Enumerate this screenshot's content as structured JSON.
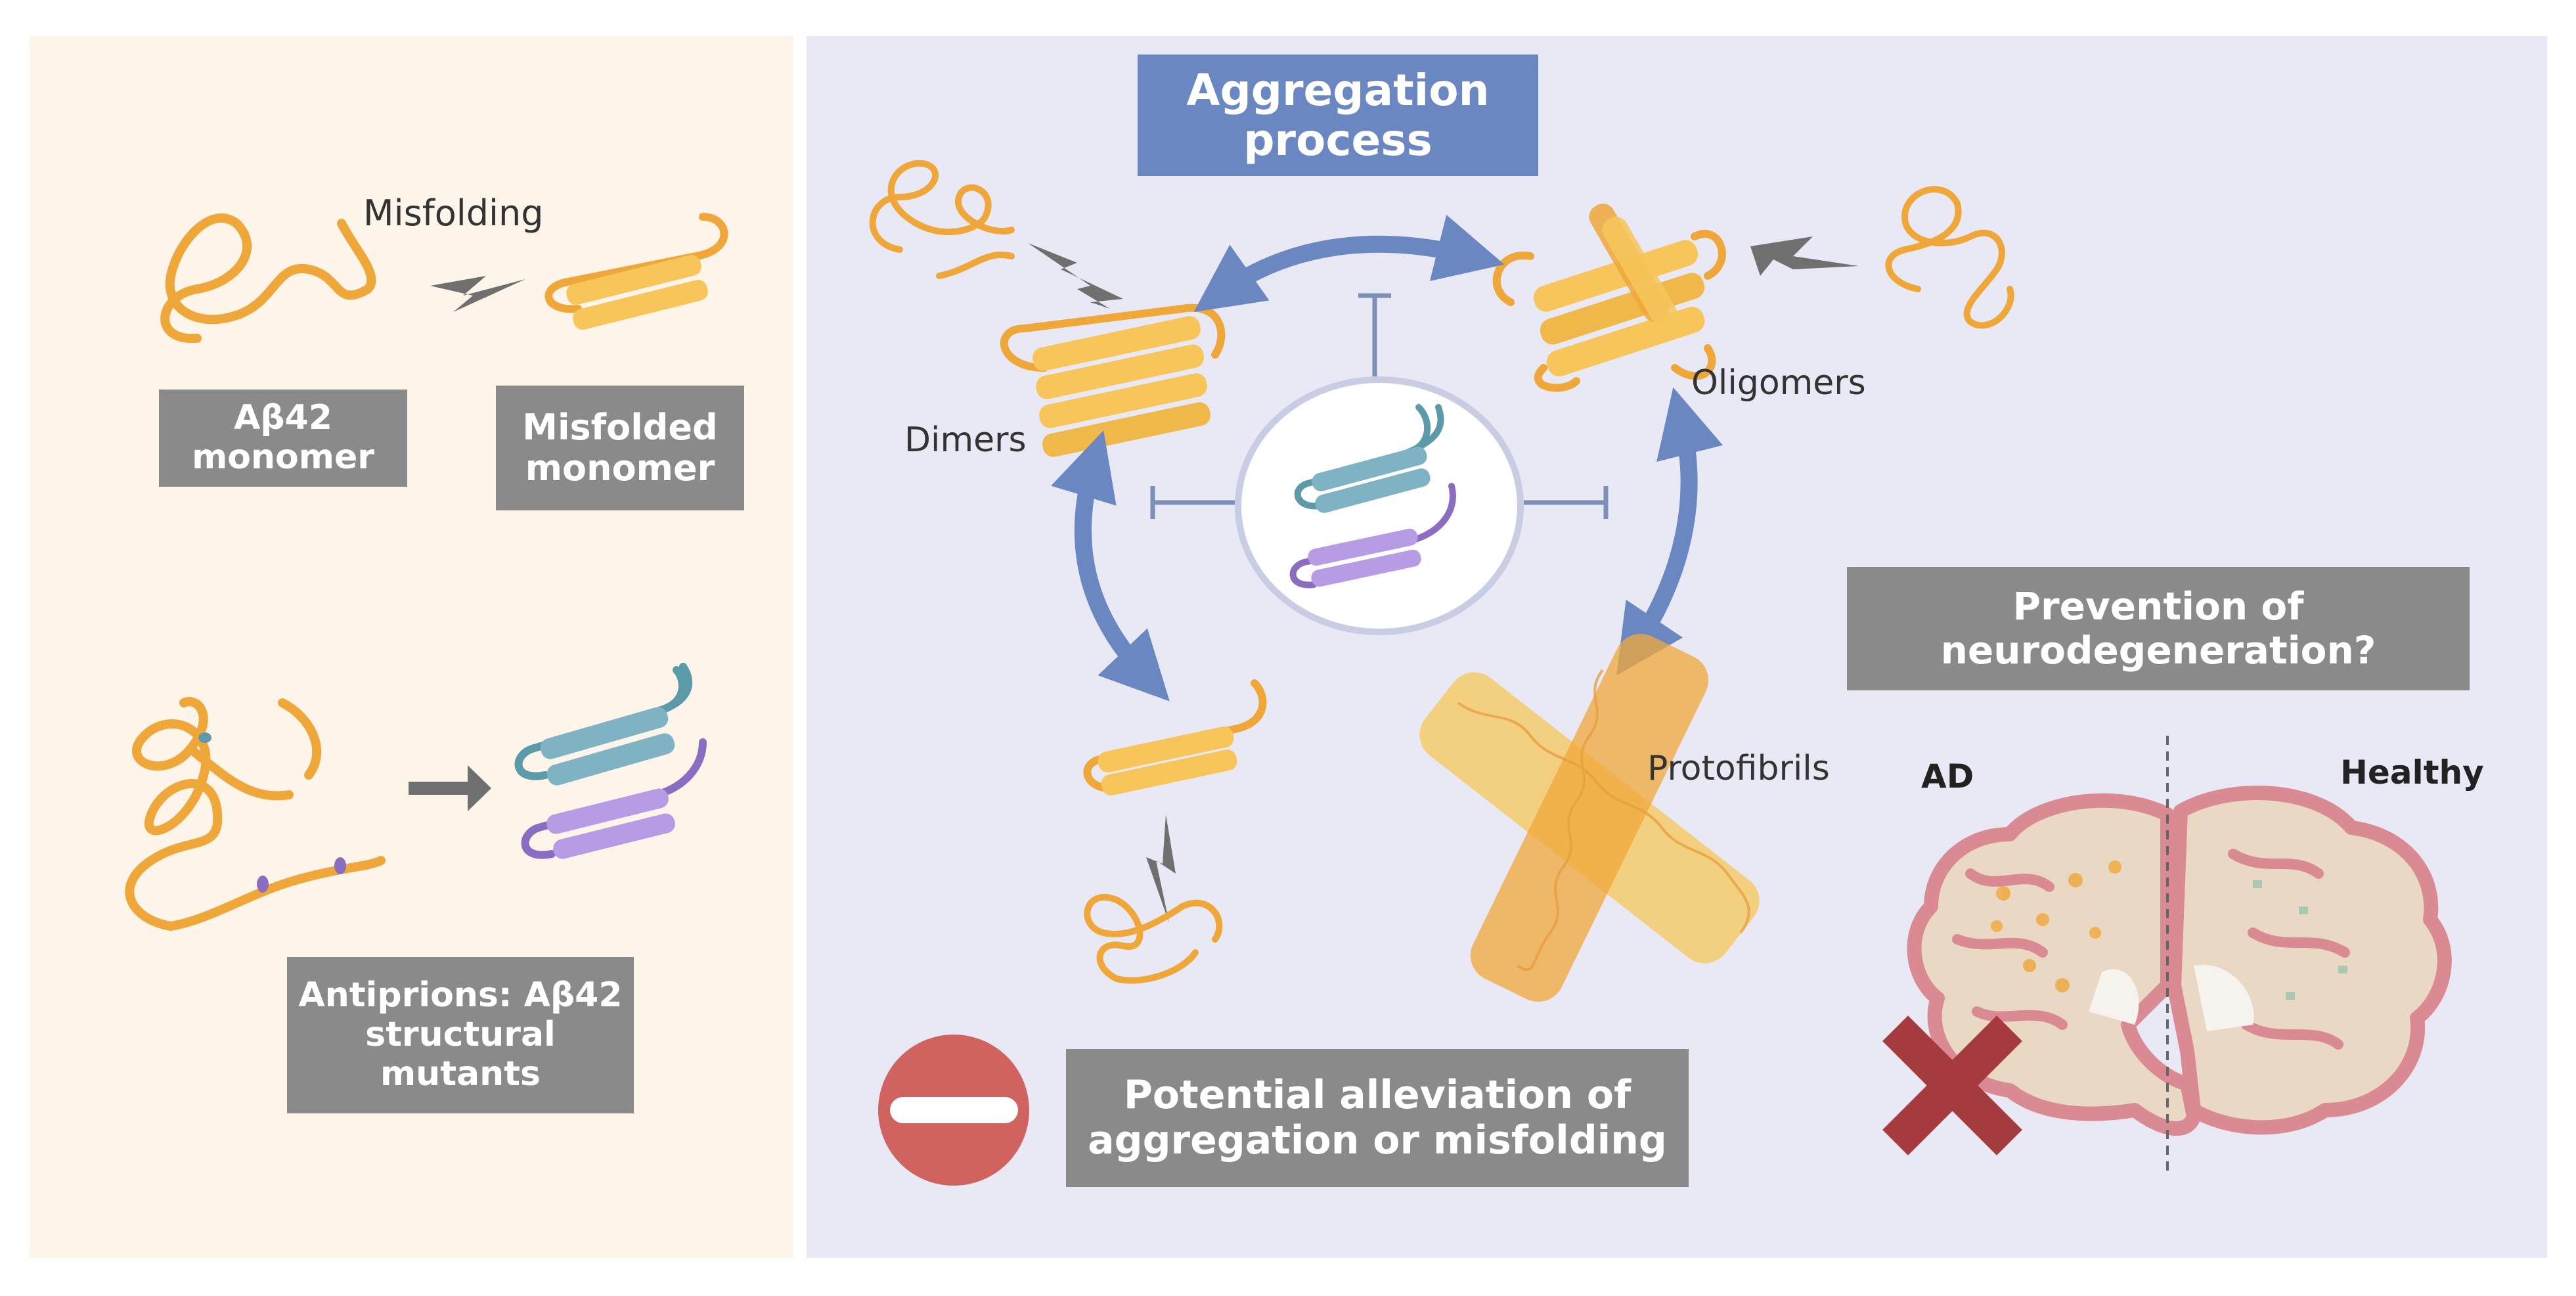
{
  "colors": {
    "left_bg": "#fdf4ea",
    "right_bg": "#e8e9f4",
    "box_gray": "#8a8a8a",
    "box_blue": "#6b87c1",
    "amyloid_orange": "#f0a73a",
    "strand_yellow": "#f7c55a",
    "teal": "#7fb3c4",
    "purple": "#a58ad6",
    "arrow_blue": "#6b87c1",
    "brain_pink": "#d98a92",
    "brain_tissue": "#e9d9c4",
    "stop_red": "#d0625f",
    "cross_red": "#a53a3f"
  },
  "left": {
    "misfolding_label": "Misfolding",
    "monomer_box": "Aβ42\nmonomer",
    "misfolded_box": "Misfolded\nmonomer",
    "antiprions_box": "Antiprions: Aβ42\nstructural\nmutants"
  },
  "right": {
    "aggregation_box": "Aggregation\nprocess",
    "dimers_label": "Dimers",
    "oligomers_label": "Oligomers",
    "protofibrils_label": "Protofibrils",
    "prevention_box": "Prevention of\nneurodegeneration?",
    "ad_label": "AD",
    "healthy_label": "Healthy",
    "alleviation_box": "Potential alleviation of\naggregation or misfolding"
  },
  "icons": [
    "lightning-icon",
    "right-arrow-icon",
    "stop-sign-icon",
    "cross-icon",
    "brain-icon"
  ]
}
